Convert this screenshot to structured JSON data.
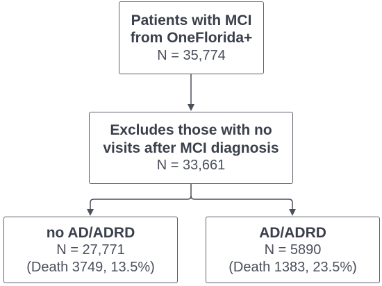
{
  "nodes": {
    "patients": {
      "title_line1": "Patients with MCI",
      "title_line2": "from OneFlorida+",
      "count": "N = 35,774"
    },
    "excludes": {
      "title_line1": "Excludes those with no",
      "title_line2": "visits after MCI diagnosis",
      "count": "N = 33,661"
    },
    "no_ad": {
      "title": "no AD/ADRD",
      "count": "N = 27,771",
      "detail": "(Death 3749, 13.5%)"
    },
    "ad": {
      "title": "AD/ADRD",
      "count": "N = 5890",
      "detail": "(Death 1383, 23.5%)"
    }
  },
  "colors": {
    "border": "#5b5f6b",
    "text": "#3a3f4b",
    "connector": "#4a4f5b"
  }
}
